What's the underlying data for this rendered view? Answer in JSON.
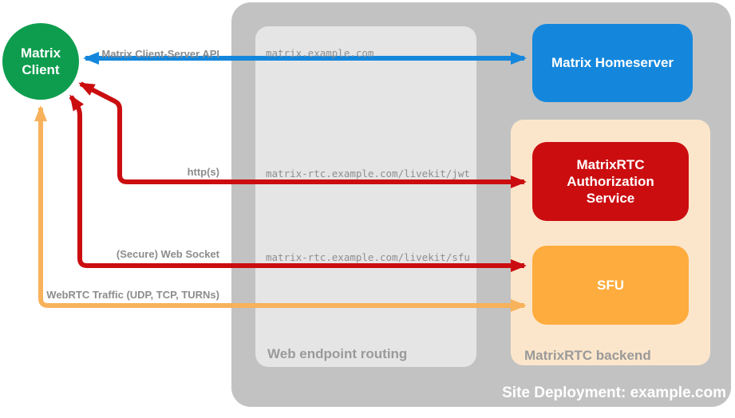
{
  "client": {
    "label": "Matrix Client"
  },
  "homeserver": {
    "label": "Matrix Homeserver"
  },
  "routing": {
    "title": "Web endpoint routing",
    "endpoints": [
      "matrix.example.com",
      "matrix-rtc.example.com/livekit/jwt",
      "matrix-rtc.example.com/livekit/sfu"
    ]
  },
  "backend": {
    "title": "MatrixRTC backend",
    "auth_service": {
      "label": "MatrixRTC Authorization Service"
    },
    "sfu": {
      "label": "SFU"
    }
  },
  "deployment": {
    "title": "Site Deployment: example.com"
  },
  "connections": [
    {
      "label": "Matrix Client-Server API",
      "color": "#1487dd"
    },
    {
      "label": "http(s)",
      "color": "#cb0d10"
    },
    {
      "label": "(Secure) Web Socket",
      "color": "#cb0d10"
    },
    {
      "label": "WebRTC Traffic (UDP, TCP, TURNs)",
      "color": "#f8b25b"
    }
  ],
  "colors": {
    "client_green": "#0e9d4e",
    "homeserver_blue": "#1487dd",
    "auth_red": "#cb0d10",
    "sfu_orange": "#feac3d",
    "site_container_gray": "#c2c2c2",
    "routing_bg": "#e5e5e6",
    "backend_bg": "#fce6cb",
    "label_gray": "#8c8c8c"
  }
}
